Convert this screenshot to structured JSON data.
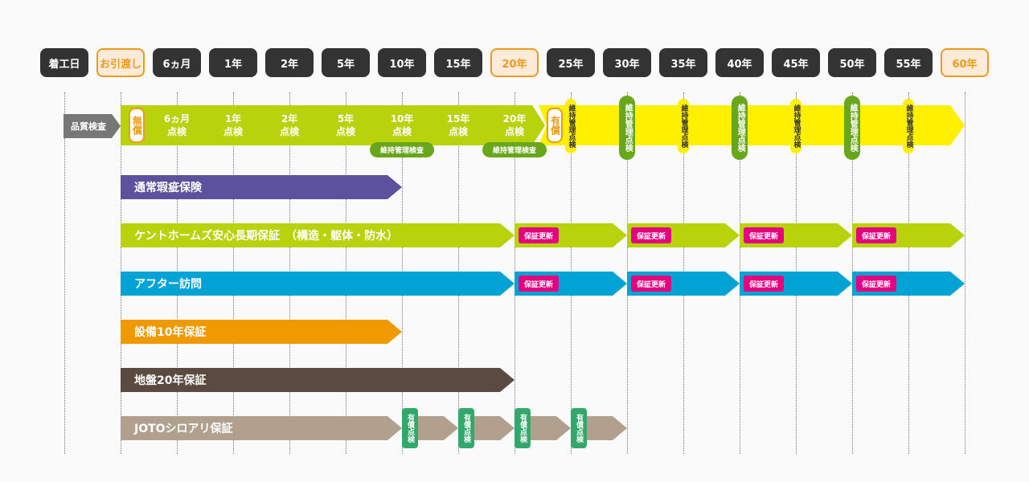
{
  "timeline": [
    {
      "label": "着工日",
      "style": "dark"
    },
    {
      "label": "お引渡し",
      "style": "hl"
    },
    {
      "label": "6ヵ月",
      "style": "dark"
    },
    {
      "label": "1年",
      "style": "dark"
    },
    {
      "label": "2年",
      "style": "dark"
    },
    {
      "label": "5年",
      "style": "dark"
    },
    {
      "label": "10年",
      "style": "dark"
    },
    {
      "label": "15年",
      "style": "dark"
    },
    {
      "label": "20年",
      "style": "hl"
    },
    {
      "label": "25年",
      "style": "dark"
    },
    {
      "label": "30年",
      "style": "dark"
    },
    {
      "label": "35年",
      "style": "dark"
    },
    {
      "label": "40年",
      "style": "dark"
    },
    {
      "label": "45年",
      "style": "dark"
    },
    {
      "label": "50年",
      "style": "dark"
    },
    {
      "label": "55年",
      "style": "dark"
    },
    {
      "label": "60年",
      "style": "hl"
    }
  ],
  "inspection": {
    "row_label": "品質検査",
    "free_label": "無償",
    "paid_label": "有償",
    "free_checks": [
      {
        "line1": "6ヵ月",
        "line2": "点検"
      },
      {
        "line1": "1年",
        "line2": "点検"
      },
      {
        "line1": "2年",
        "line2": "点検"
      },
      {
        "line1": "5年",
        "line2": "点検"
      },
      {
        "line1": "10年",
        "line2": "点検"
      },
      {
        "line1": "15年",
        "line2": "点検"
      },
      {
        "line1": "20年",
        "line2": "点検"
      }
    ],
    "maintenance_tag": "維持管理検査",
    "maintenance_vertical": "維持管理点検"
  },
  "warranties": [
    {
      "label": "通常瑕疵保険",
      "color": "#5c519c"
    },
    {
      "label": "ケントホームズ安心長期保証　（構造・躯体・防水）",
      "color": "#b8d20b"
    },
    {
      "label": "アフター訪問",
      "color": "#00a3d3"
    },
    {
      "label": "設備10年保証",
      "color": "#ee9a00"
    },
    {
      "label": "地盤20年保証",
      "color": "#5b4a3f"
    },
    {
      "label": "JOTOシロアリ保証",
      "color": "#b1a08e"
    }
  ],
  "renewal_badge": "保証更新",
  "termite_check": "有償点検",
  "colors": {
    "dark_pill": "#333333",
    "highlight": "#ee9a19",
    "free_arrow": "#b8d20b",
    "paid_arrow": "#fff000",
    "maintenance_green": "#68a61c",
    "renewal_pink": "#e4007f",
    "termite_green": "#32a86a"
  }
}
